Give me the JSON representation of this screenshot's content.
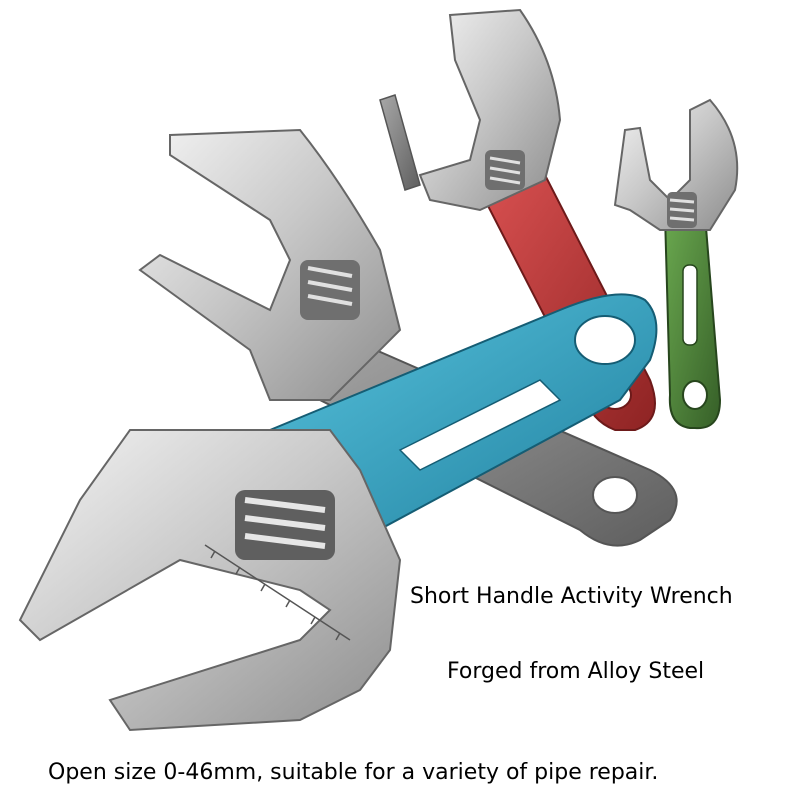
{
  "captions": {
    "line1": "Short Handle Activity Wrench",
    "line2": "Forged from Alloy Steel",
    "line3": "Open size 0-46mm, suitable for a variety of pipe repair."
  },
  "wrenches": [
    {
      "name": "large-silver-wrench",
      "handle_color": "#9a9a9a"
    },
    {
      "name": "red-wrench",
      "handle_color": "#c23b3b"
    },
    {
      "name": "green-wrench",
      "handle_color": "#4f8a3a"
    },
    {
      "name": "blue-wrench",
      "handle_color": "#2f9ec0"
    }
  ]
}
